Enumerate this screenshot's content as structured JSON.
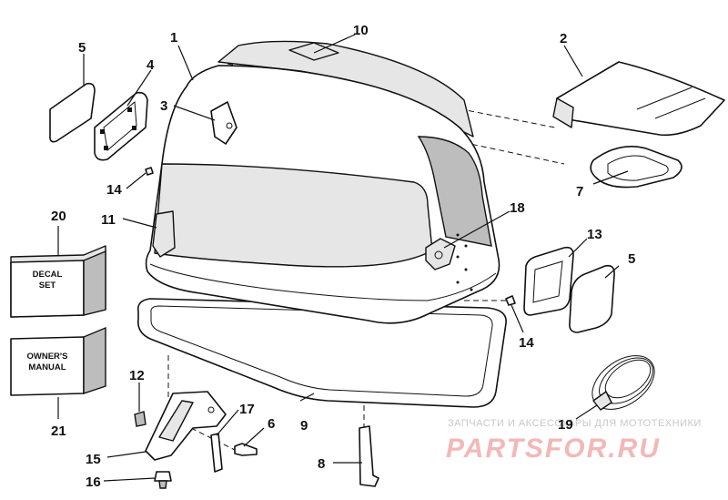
{
  "callouts": {
    "c1": "1",
    "c2": "2",
    "c3": "3",
    "c4": "4",
    "c5a": "5",
    "c5b": "5",
    "c6": "6",
    "c7": "7",
    "c8": "8",
    "c9": "9",
    "c10": "10",
    "c11": "11",
    "c12": "12",
    "c13": "13",
    "c14a": "14",
    "c14b": "14",
    "c15": "15",
    "c16": "16",
    "c17": "17",
    "c18": "18",
    "c19": "19",
    "c20": "20",
    "c21": "21"
  },
  "boxes": {
    "decal_line1": "DECAL",
    "decal_line2": "SET",
    "manual_line1": "OWNER'S",
    "manual_line2": "MANUAL"
  },
  "watermark": {
    "tagline": "ЗАПЧАСТИ И АКСЕССУАРЫ ДЛЯ МОТОТЕХНИКИ",
    "logo": "PARTSFOR.RU"
  }
}
